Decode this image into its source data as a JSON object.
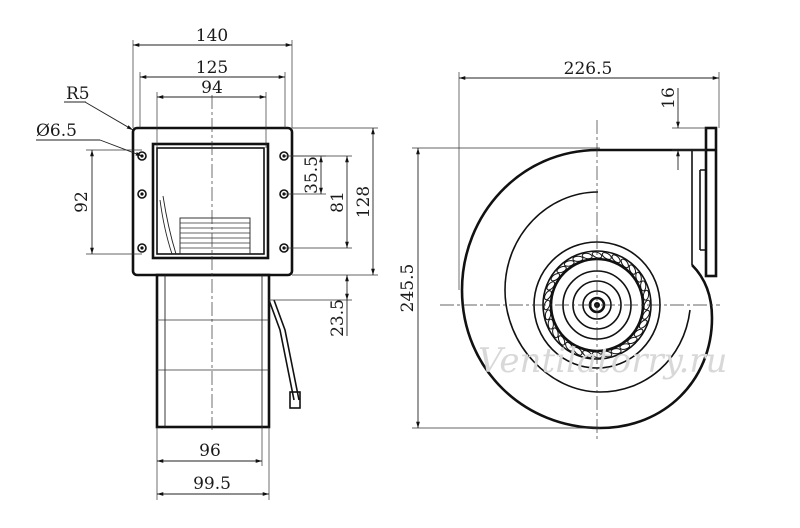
{
  "front_view": {
    "dims": {
      "width_140": "140",
      "width_125": "125",
      "width_94": "94",
      "radius": "R5",
      "hole": "Ø6.5",
      "height_92": "92",
      "height_35_5": "35.5",
      "height_81": "81",
      "height_128": "128",
      "offset_23_5": "23.5",
      "width_96": "96",
      "width_99_5": "99.5"
    }
  },
  "side_view": {
    "dims": {
      "width_226_5": "226.5",
      "flange_16": "16",
      "height_245_5": "245.5"
    }
  },
  "watermark": "Ventilatorry.ru"
}
